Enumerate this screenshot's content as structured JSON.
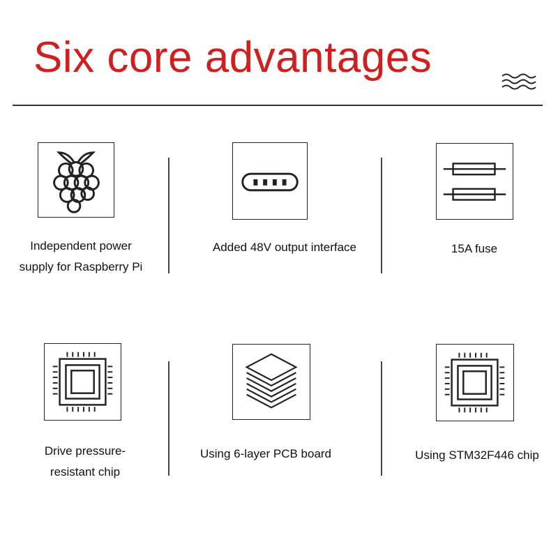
{
  "header": {
    "title": "Six core advantages",
    "decoration_icon": "waves-icon"
  },
  "colors": {
    "title": "#d01f1f",
    "lines": "#222222"
  },
  "features": [
    {
      "icon": "raspberry-icon",
      "caption_lines": [
        "Independent power",
        "supply for Raspberry Pi"
      ]
    },
    {
      "icon": "usb-port-icon",
      "caption_lines": [
        "Added 48V output interface"
      ]
    },
    {
      "icon": "fuse-icon",
      "caption_lines": [
        "15A fuse"
      ]
    },
    {
      "icon": "chip-icon",
      "caption_lines": [
        "Drive pressure-",
        "resistant chip"
      ]
    },
    {
      "icon": "pcb-layers-icon",
      "caption_lines": [
        "Using 6-layer PCB board"
      ]
    },
    {
      "icon": "chip-icon",
      "caption_lines": [
        "Using STM32F446 chip"
      ]
    }
  ]
}
